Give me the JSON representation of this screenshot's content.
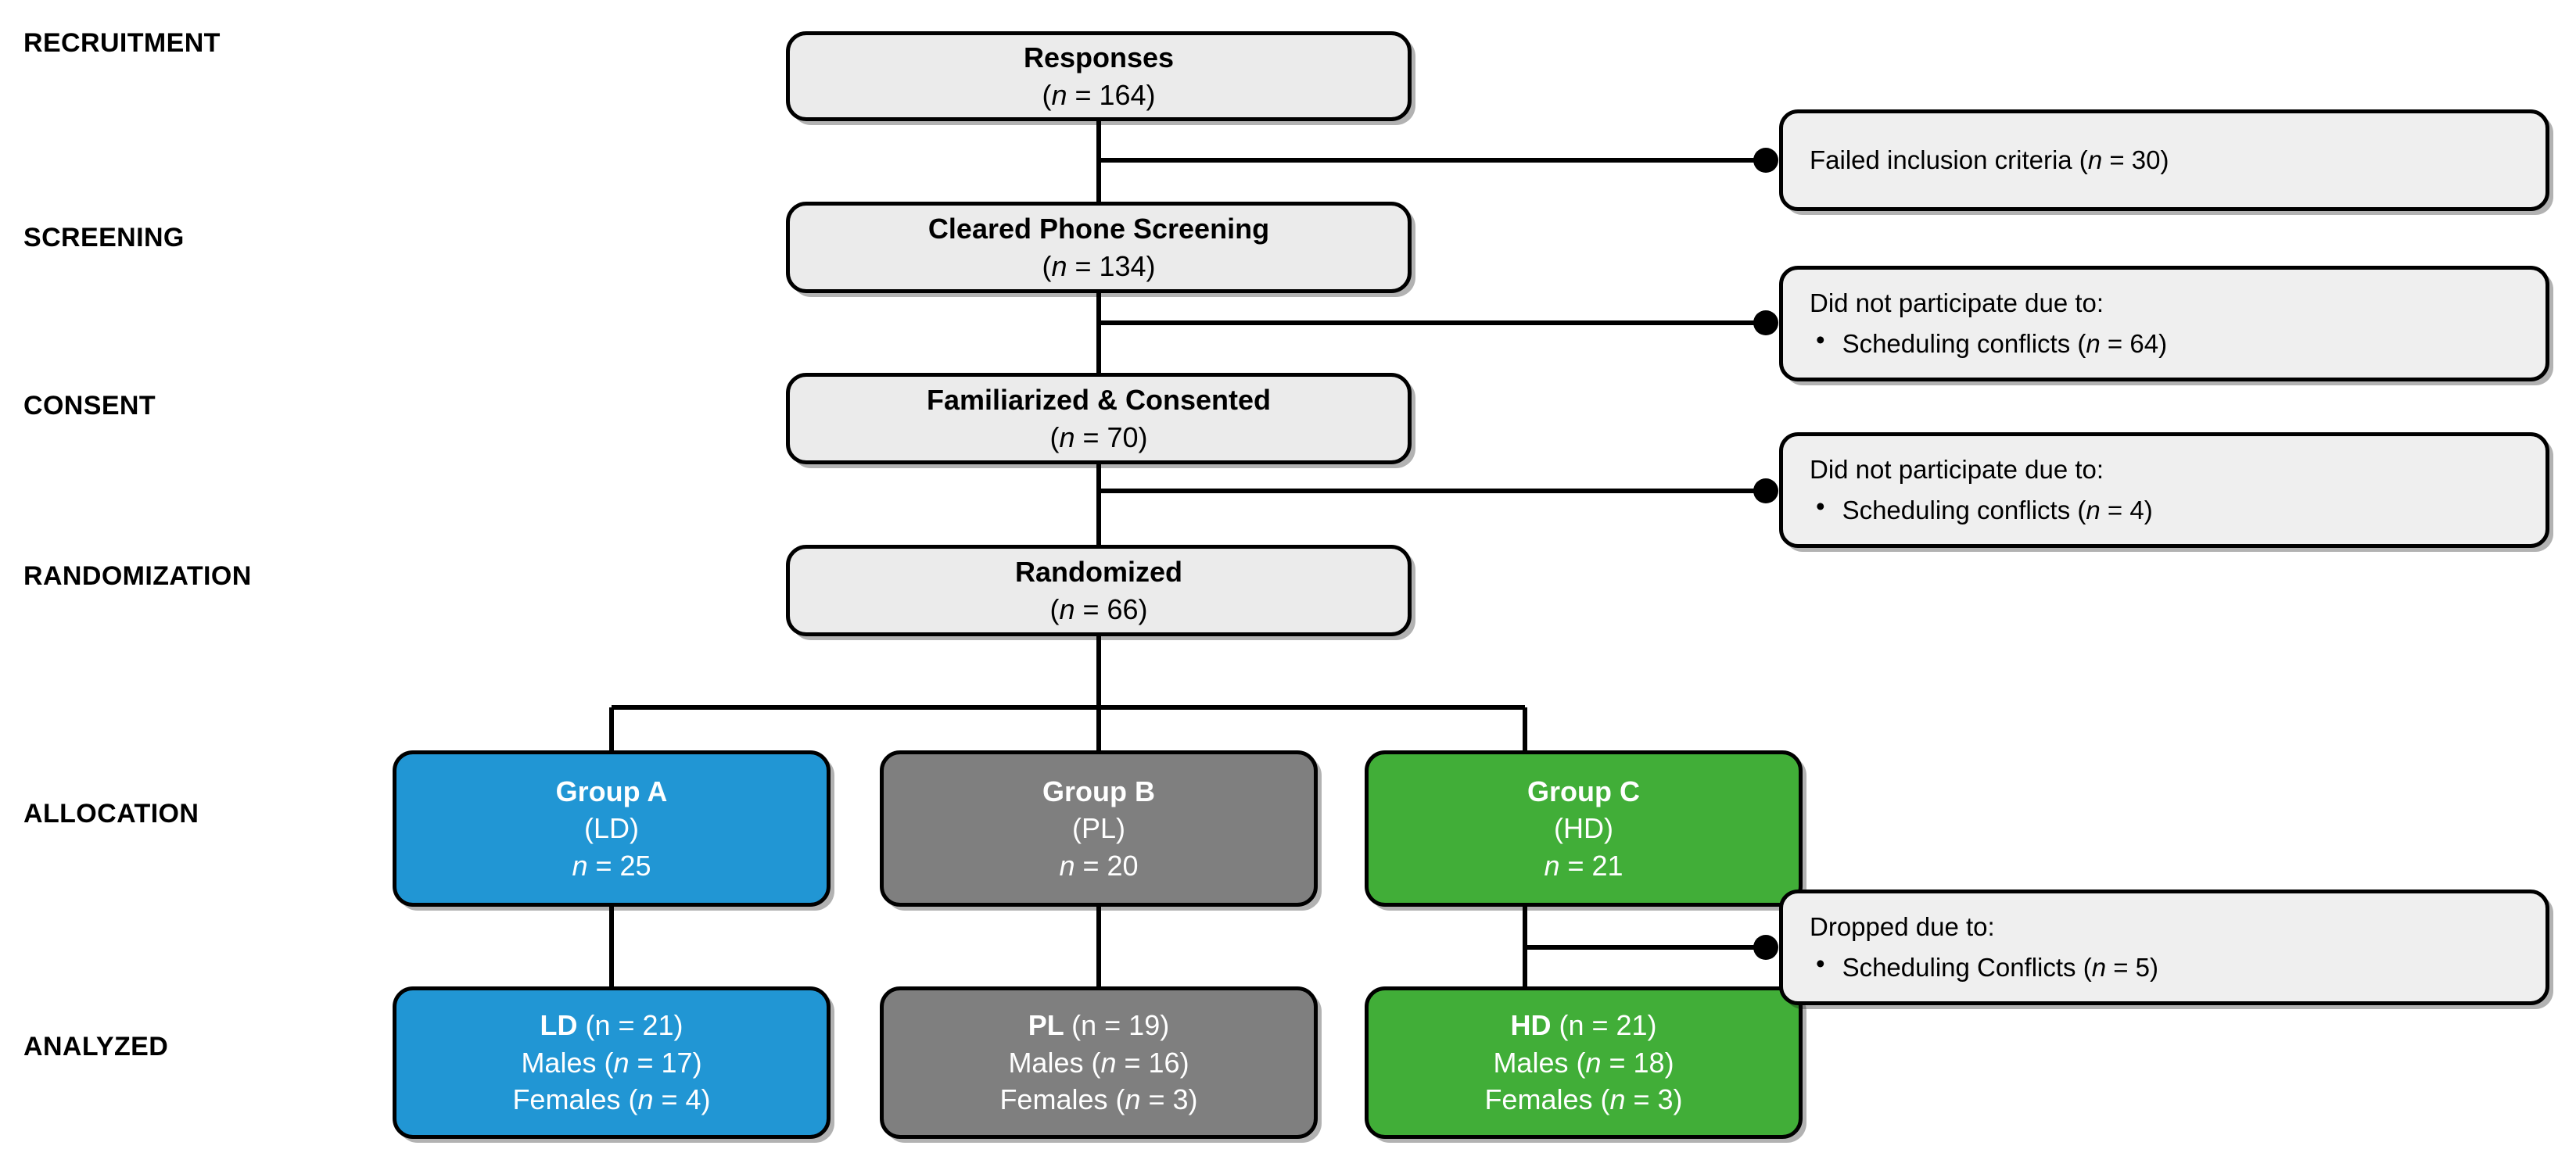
{
  "diagram": {
    "type": "consort-flow-diagram",
    "stages": [
      {
        "id": "recruitment",
        "label": "RECRUITMENT"
      },
      {
        "id": "screening",
        "label": "SCREENING"
      },
      {
        "id": "consent",
        "label": "CONSENT"
      },
      {
        "id": "randomization",
        "label": "RANDOMIZATION"
      },
      {
        "id": "allocation",
        "label": "ALLOCATION"
      },
      {
        "id": "analyzed",
        "label": "ANALYZED"
      }
    ],
    "main_nodes": [
      {
        "id": "responses",
        "title": "Responses",
        "count_text": "(n = 164)",
        "n": 164,
        "style": "plain"
      },
      {
        "id": "screened",
        "title": "Cleared Phone Screening",
        "count_text": "(n = 134)",
        "n": 134,
        "style": "plain"
      },
      {
        "id": "consented",
        "title": "Familiarized & Consented",
        "count_text": "(n = 70)",
        "n": 70,
        "style": "plain"
      },
      {
        "id": "randomized",
        "title": "Randomized",
        "count_text": "(n = 66)",
        "n": 66,
        "style": "plain"
      }
    ],
    "allocation_nodes": [
      {
        "id": "group-a",
        "title": "Group A",
        "arm": "(LD)",
        "count_text": "n = 25",
        "n": 25,
        "style": "blue"
      },
      {
        "id": "group-b",
        "title": "Group B",
        "arm": "(PL)",
        "count_text": "n = 20",
        "n": 20,
        "style": "gray"
      },
      {
        "id": "group-c",
        "title": "Group C",
        "arm": "(HD)",
        "count_text": "n = 21",
        "n": 21,
        "style": "green"
      }
    ],
    "analyzed_nodes": [
      {
        "id": "analyzed-ld",
        "style": "blue",
        "title": "LD",
        "title_count": "(n = 21)",
        "n": 21,
        "males": "Males (n = 17)",
        "males_n": 17,
        "females": "Females (n = 4)",
        "females_n": 4
      },
      {
        "id": "analyzed-pl",
        "style": "gray",
        "title": "PL",
        "title_count": "(n = 19)",
        "n": 19,
        "males": "Males (n = 16)",
        "males_n": 16,
        "females": "Females (n = 3)",
        "females_n": 3
      },
      {
        "id": "analyzed-hd",
        "style": "green",
        "title": "HD",
        "title_count": "(n = 21)",
        "n": 21,
        "males": "Males (n = 18)",
        "males_n": 18,
        "females": "Females (n = 3)",
        "females_n": 3
      }
    ],
    "exclusion_notes": [
      {
        "id": "excl-failed-inclusion",
        "layout": "single",
        "single": "Failed inclusion criteria (n = 30)",
        "n": 30
      },
      {
        "id": "excl-no-participate-64",
        "layout": "bulleted",
        "head": "Did not participate due to:",
        "bullet_symbol": "•",
        "bullet": "Scheduling conflicts (n = 64)",
        "n": 64
      },
      {
        "id": "excl-no-participate-4",
        "layout": "bulleted",
        "head": "Did not participate due to:",
        "bullet_symbol": "•",
        "bullet": "Scheduling conflicts (n = 4)",
        "n": 4
      },
      {
        "id": "excl-dropped-5",
        "layout": "bulleted",
        "head": "Dropped due to:",
        "bullet_symbol": "•",
        "bullet": "Scheduling Conflicts (n = 5)",
        "n": 5
      }
    ],
    "colors": {
      "blue": "#2196d4",
      "gray": "#7f7f7f",
      "green": "#41ae38",
      "plain_fill": "#ebebeb",
      "aside_fill": "#efefef",
      "stroke": "#000000",
      "background": "#ffffff"
    }
  }
}
